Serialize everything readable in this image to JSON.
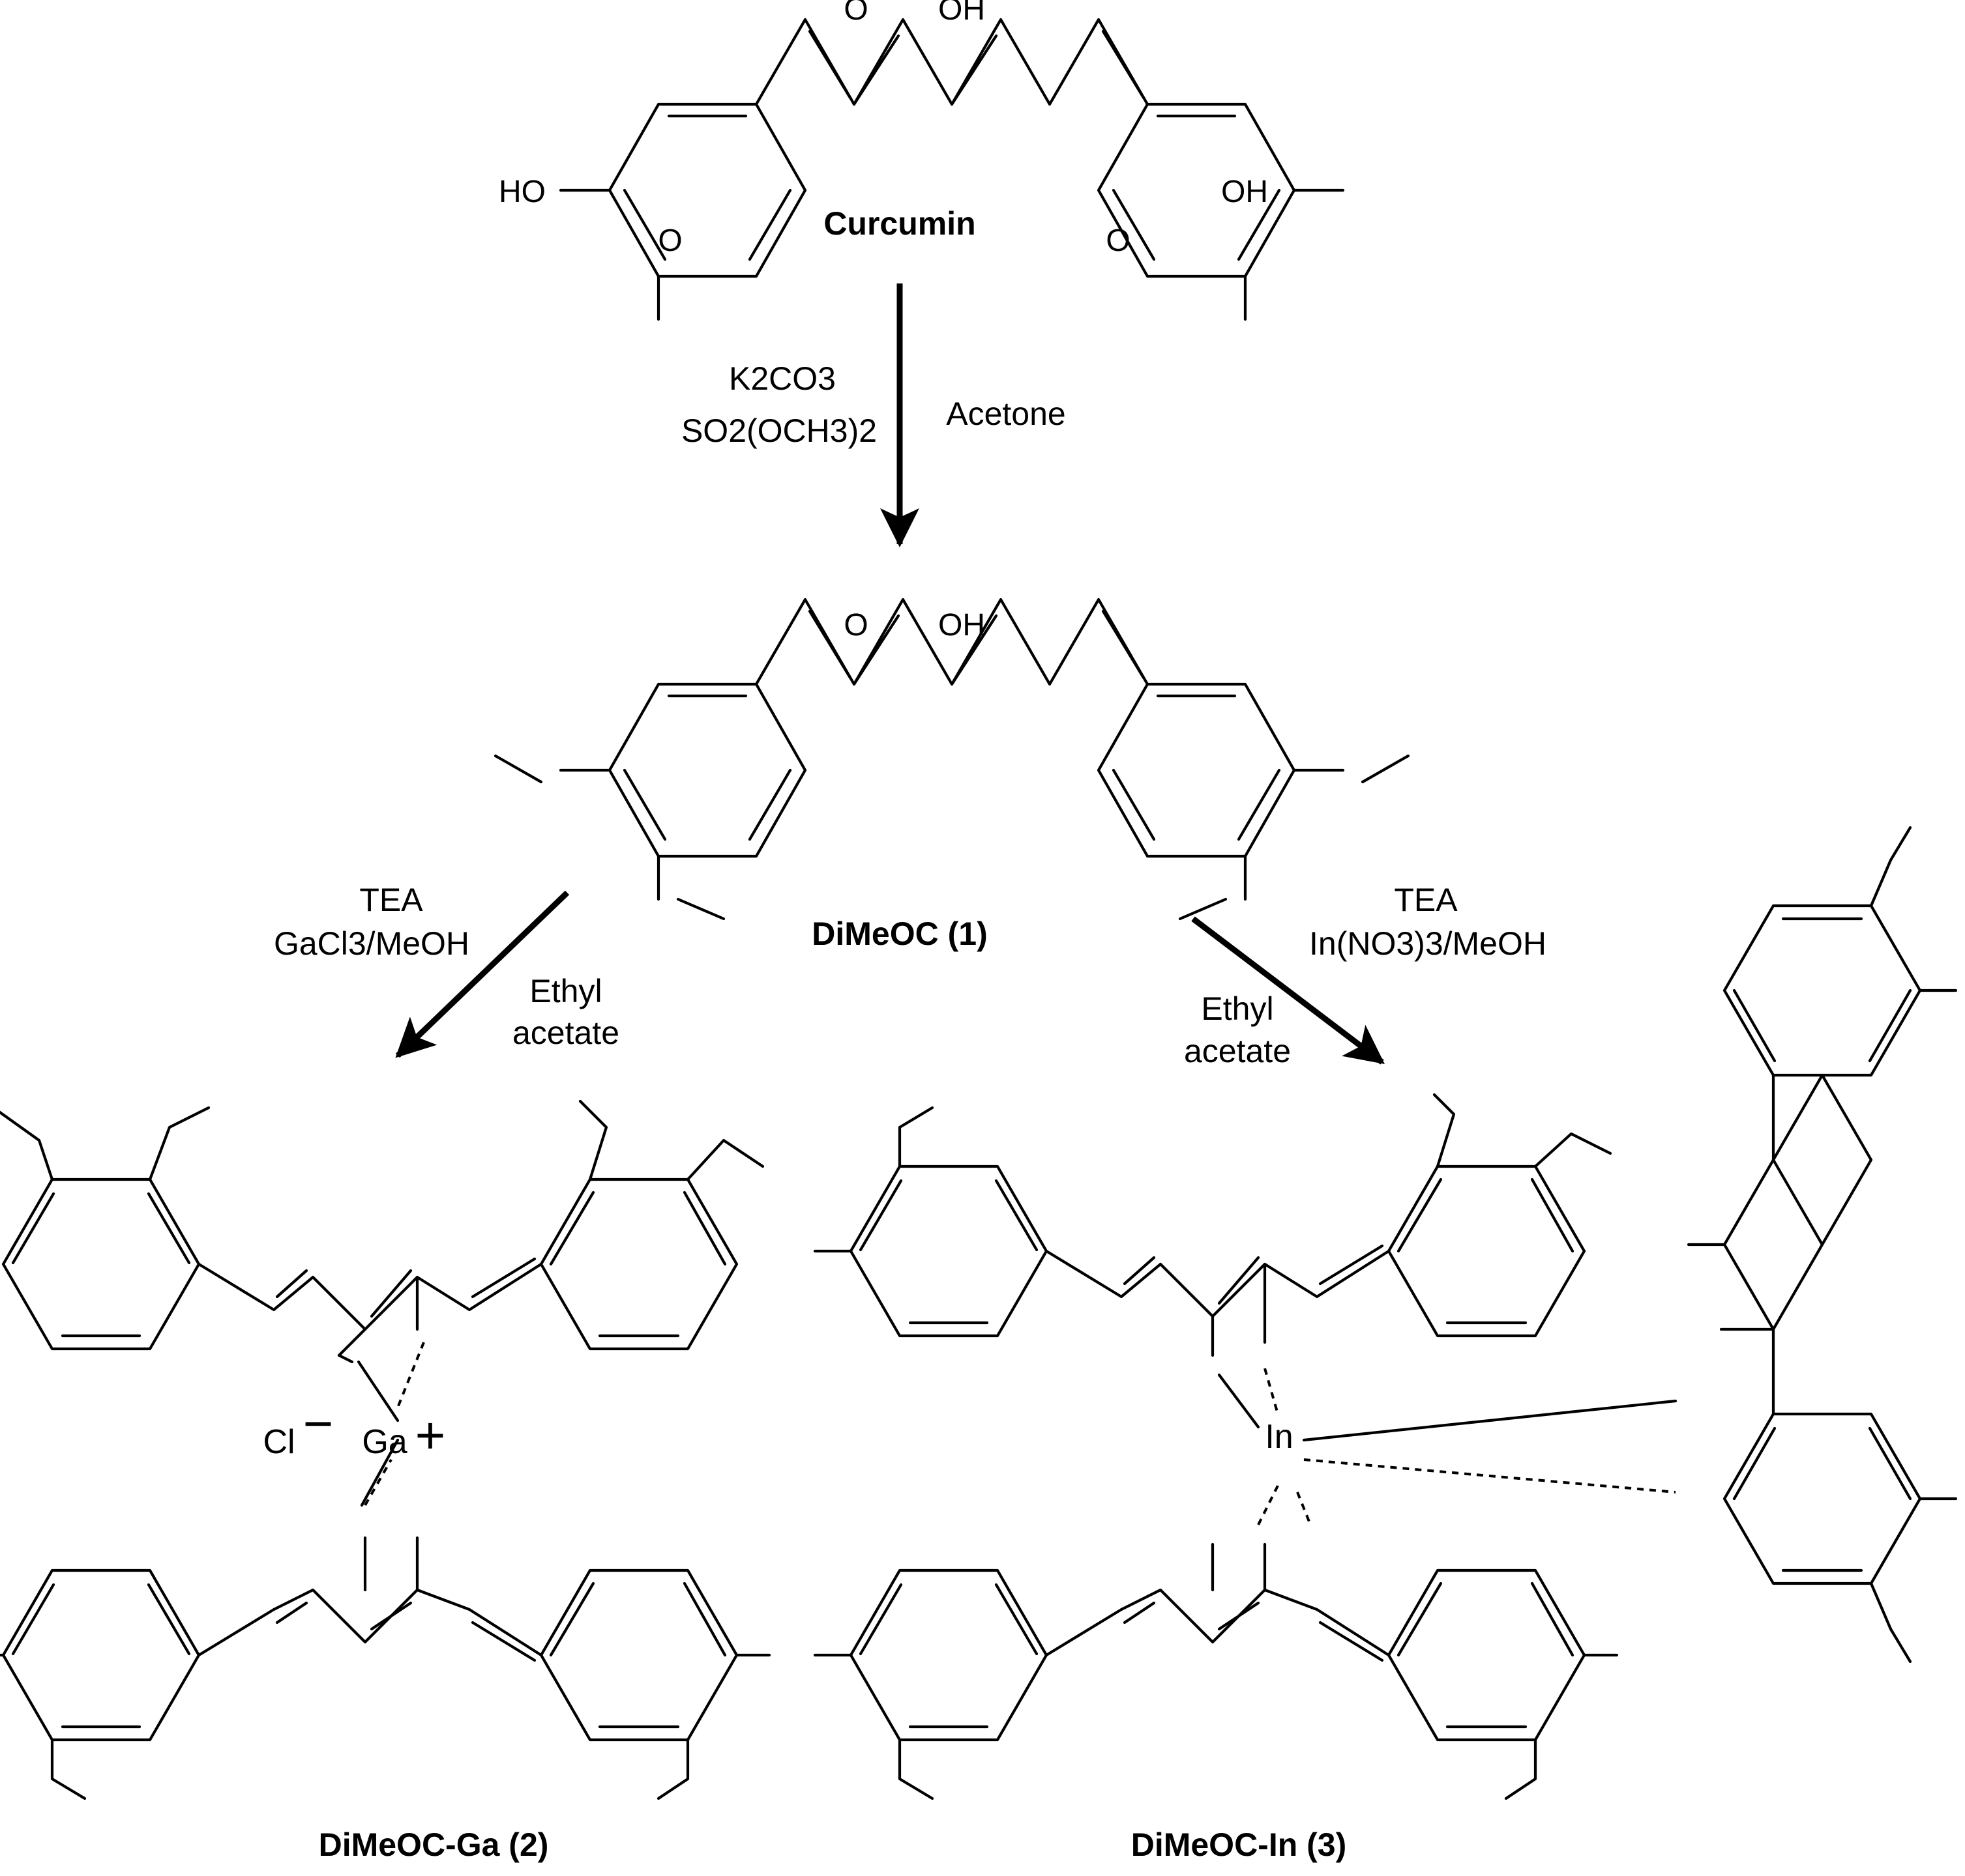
{
  "compounds": {
    "curcumin": "Curcumin",
    "dimeoc": "DiMeOC (1)",
    "ga_complex": "DiMeOC-Ga (2)",
    "in_complex": "DiMeOC-In (3)"
  },
  "step1": {
    "reagent_a": "K2CO3",
    "reagent_b": "SO2(OCH3)2",
    "solvent": "Acetone"
  },
  "step2_ga": {
    "reagent_a": "TEA",
    "reagent_b": "GaCl3/MeOH",
    "solvent_a": "Ethyl",
    "solvent_b": "acetate"
  },
  "step2_in": {
    "reagent_a": "TEA",
    "reagent_b": "In(NO3)3/MeOH",
    "solvent_a": "Ethyl",
    "solvent_b": "acetate"
  },
  "atoms": {
    "O": "O",
    "OH": "OH",
    "HO": "HO",
    "Ga": "Ga",
    "In": "In",
    "Cl": "Cl",
    "plus": "+",
    "minus": "−"
  }
}
